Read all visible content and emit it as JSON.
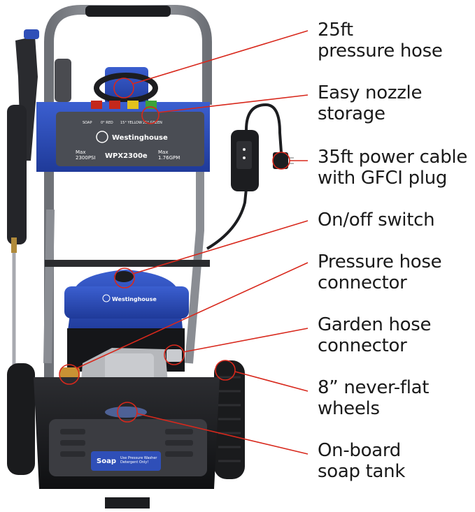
{
  "product": {
    "brand": "Westinghouse",
    "model": "WPX2300e",
    "pressure_label": "Max\n2300PSI",
    "flow_label": "Max\n1.76GPM",
    "engine_brand": "Westinghouse",
    "soap_label": "Soap",
    "soap_note": "Use Pressure Washer\nDetergent Only!",
    "nozzle_tags": [
      "0° RED",
      "15° YELLOW",
      "25° GREEN",
      "SOAP"
    ]
  },
  "colors": {
    "body_blue": "#2f4fb8",
    "callout_red": "#d8281c",
    "frame_gray": "#8a8d93",
    "dark": "#1c1d20"
  },
  "callouts": [
    {
      "id": "pressure-hose",
      "text": "25ft\npressure hose"
    },
    {
      "id": "nozzle-storage",
      "text": "Easy nozzle\nstorage"
    },
    {
      "id": "power-cable",
      "text": "35ft power cable\nwith GFCI plug"
    },
    {
      "id": "switch",
      "text": "On/off switch"
    },
    {
      "id": "pressure-connector",
      "text": "Pressure hose\nconnector"
    },
    {
      "id": "garden-connector",
      "text": "Garden hose\nconnector"
    },
    {
      "id": "wheels",
      "text": "8” never-flat\nwheels"
    },
    {
      "id": "soap-tank",
      "text": "On-board\nsoap tank"
    }
  ]
}
